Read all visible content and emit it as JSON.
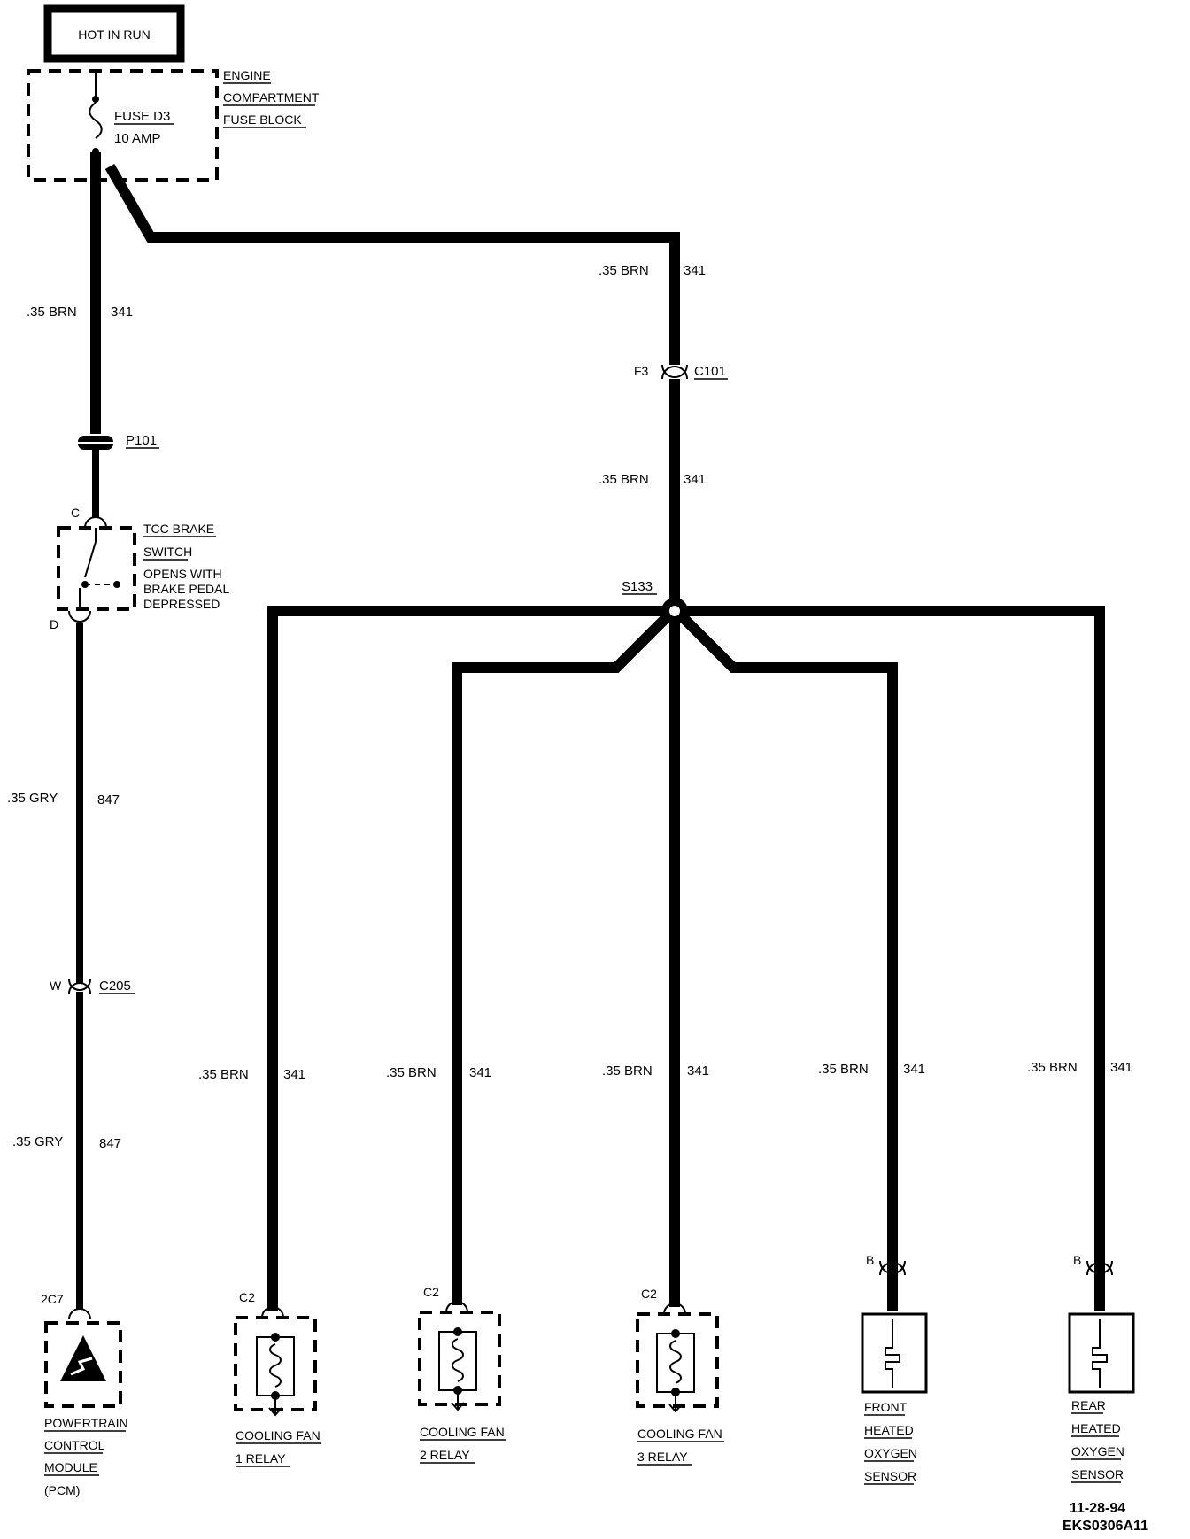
{
  "power_source": "HOT IN RUN",
  "fuse_block": {
    "name_lines": [
      "ENGINE",
      "COMPARTMENT",
      "FUSE BLOCK"
    ],
    "fuse_name": "FUSE D3",
    "fuse_rating": "10 AMP"
  },
  "wire_brn": {
    "gauge_color": ".35 BRN",
    "circuit": "341"
  },
  "wire_gry": {
    "gauge_color": ".35 GRY",
    "circuit": "847"
  },
  "connectors": {
    "p101": "P101",
    "c101": "C101",
    "c101_pin": "F3",
    "c205": "C205",
    "c205_pin": "W",
    "tcc_pin_top": "C",
    "tcc_pin_bottom": "D",
    "pcm_pin": "2C7",
    "relay_pin": "C2",
    "sensor_pin": "B"
  },
  "splice": "S133",
  "tcc_switch": {
    "name_lines": [
      "TCC BRAKE",
      "SWITCH"
    ],
    "note_lines": [
      "OPENS WITH",
      "BRAKE PEDAL",
      "DEPRESSED"
    ]
  },
  "components": {
    "pcm_lines": [
      "POWERTRAIN",
      "CONTROL",
      "MODULE",
      "(PCM)"
    ],
    "relay1_lines": [
      "COOLING FAN",
      "1 RELAY"
    ],
    "relay2_lines": [
      "COOLING FAN",
      "2 RELAY"
    ],
    "relay3_lines": [
      "COOLING FAN",
      "3 RELAY"
    ],
    "front_sensor_lines": [
      "FRONT",
      "HEATED",
      "OXYGEN",
      "SENSOR"
    ],
    "rear_sensor_lines": [
      "REAR",
      "HEATED",
      "OXYGEN",
      "SENSOR"
    ]
  },
  "footer": {
    "date": "11-28-94",
    "code": "EKS0306A11"
  }
}
